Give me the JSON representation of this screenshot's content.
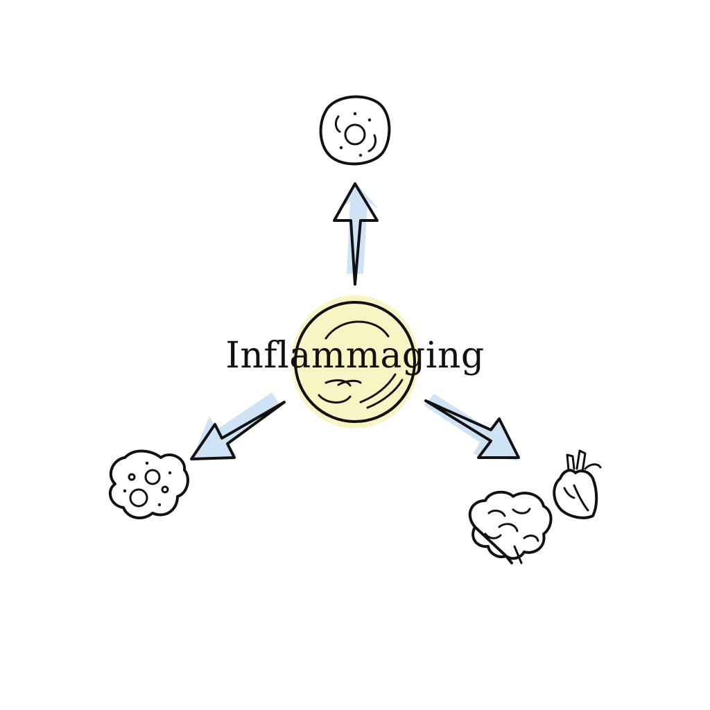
{
  "diagram": {
    "center": {
      "label": "Inflammaging",
      "icon": "cell-icon"
    },
    "nodes": [
      {
        "icon": "immune-cell-icon",
        "direction": "up"
      },
      {
        "icon": "damaged-cell-icon",
        "direction": "down-left"
      },
      {
        "icon": "brain-icon",
        "direction": "down-right"
      },
      {
        "icon": "heart-icon",
        "direction": "down-right"
      }
    ],
    "arrows": [
      {
        "from": "center",
        "to": "immune-cell-icon"
      },
      {
        "from": "center",
        "to": "damaged-cell-icon"
      },
      {
        "from": "center",
        "to": "brain-and-heart"
      }
    ]
  },
  "colors": {
    "ink": "#111111",
    "arrow_highlight": "#cfe3f7",
    "center_highlight": "#f8f2b8",
    "background": "#ffffff"
  }
}
